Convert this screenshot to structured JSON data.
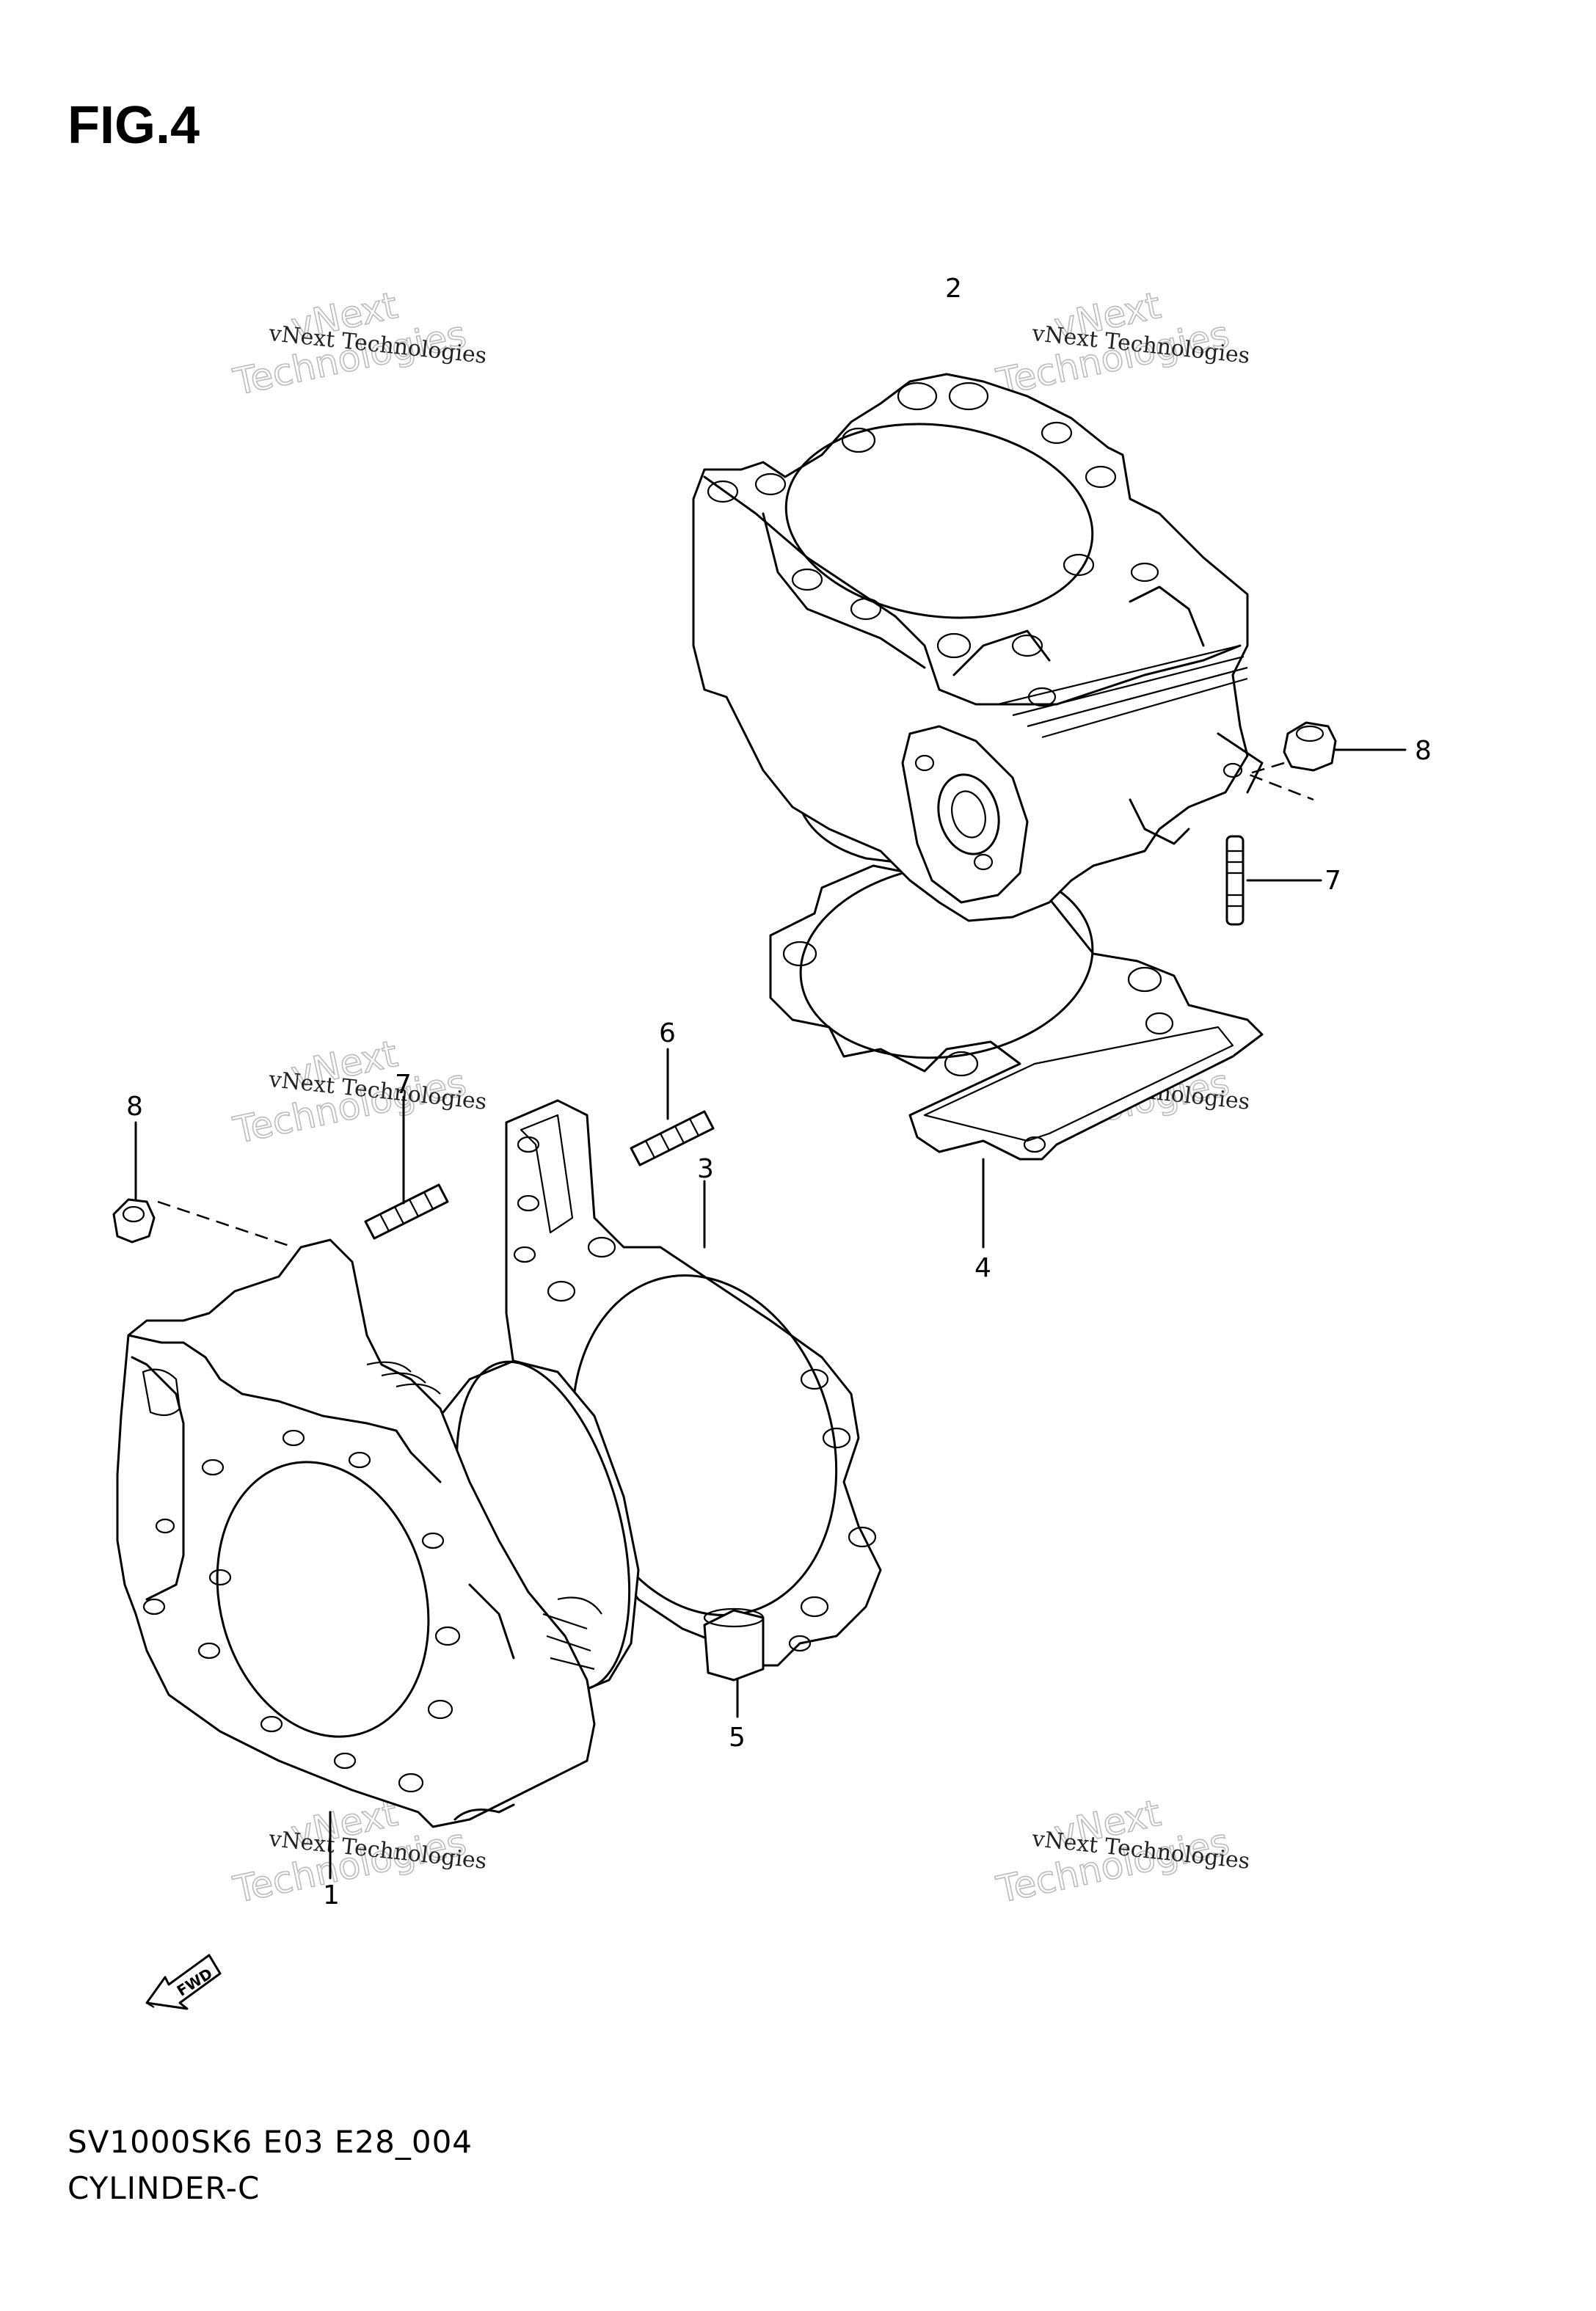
{
  "figure": {
    "title": "FIG.4",
    "model_code": "SV1000SK6 E03 E28_004",
    "section_name": "CYLINDER-C",
    "fwd_label": "FWD"
  },
  "watermark": {
    "small_text": "vNext Technologies",
    "big_line_1": "vNext",
    "big_line_2": "Technologies"
  },
  "callouts": [
    {
      "id": "1",
      "label": "1"
    },
    {
      "id": "2",
      "label": "2"
    },
    {
      "id": "3",
      "label": "3"
    },
    {
      "id": "4",
      "label": "4"
    },
    {
      "id": "5",
      "label": "5"
    },
    {
      "id": "6",
      "label": "6"
    },
    {
      "id": "7a",
      "label": "7"
    },
    {
      "id": "7b",
      "label": "7"
    },
    {
      "id": "8a",
      "label": "8"
    },
    {
      "id": "8b",
      "label": "8"
    }
  ]
}
